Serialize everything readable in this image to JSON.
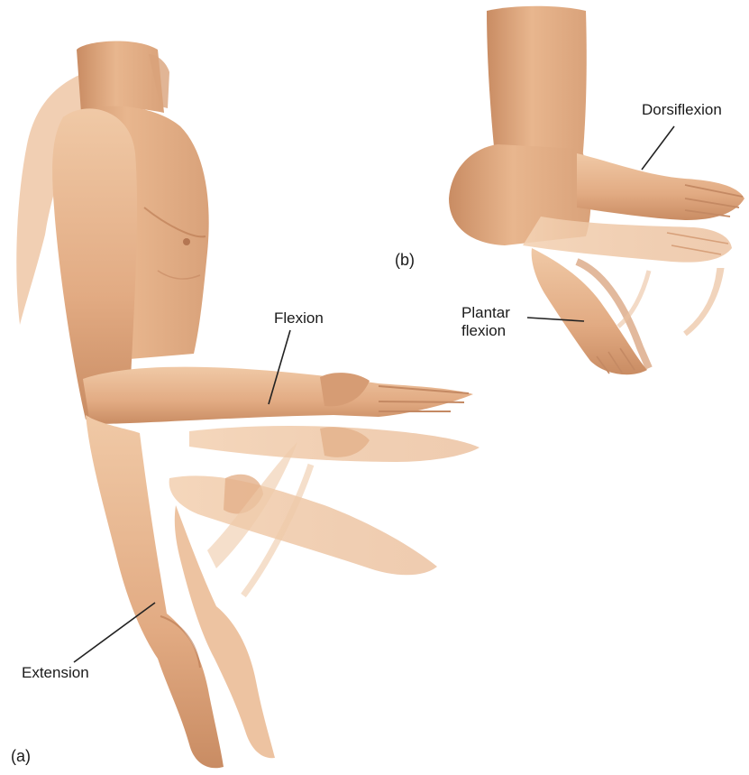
{
  "figure": {
    "panel_a": {
      "tag": "(a)",
      "labels": {
        "flexion": "Flexion",
        "extension": "Extension"
      }
    },
    "panel_b": {
      "tag": "(b)",
      "labels": {
        "dorsiflexion": "Dorsiflexion",
        "plantar_line1": "Plantar",
        "plantar_line2": "flexion"
      }
    },
    "colors": {
      "skin": "#e8b68e",
      "skin_shadow": "#c98c63",
      "skin_light": "#f3d2b4",
      "faded_limb": "#efc9a8",
      "leader_line": "#222222"
    }
  }
}
